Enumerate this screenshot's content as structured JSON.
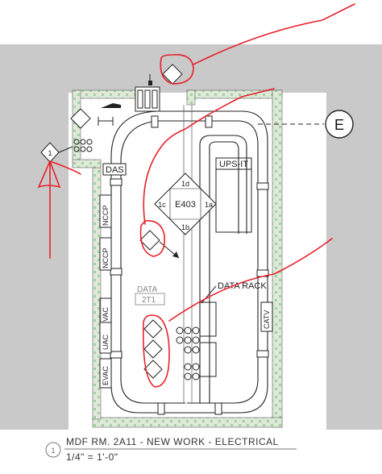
{
  "plan": {
    "equipment": {
      "das": "DAS",
      "ups": "UPS-IT",
      "nccp1": "NCCP",
      "nccp2": "NCCP",
      "uac": "UAC",
      "vac": "VAC",
      "evac": "EVAC",
      "catv": "CATV",
      "data_label": "DATA",
      "data_id": "2T1",
      "data_rack": "DATA RACK"
    },
    "keynote": {
      "id": "E403",
      "corner_1a": "1a",
      "corner_1b": "1b",
      "corner_1c": "1c",
      "corner_1d": "1d"
    },
    "section_marker": "E",
    "callout_tag": "1"
  },
  "title_block": {
    "number": "1",
    "title": "MDF RM. 2A11 - NEW WORK - ELECTRICAL",
    "scale": "1/4\" = 1'-0\""
  },
  "colors": {
    "wall_fill": "#c9c9c9",
    "wall_hatch": "#b8d8b0",
    "markup_red": "#e8212b",
    "line": "#1a1a1a"
  }
}
